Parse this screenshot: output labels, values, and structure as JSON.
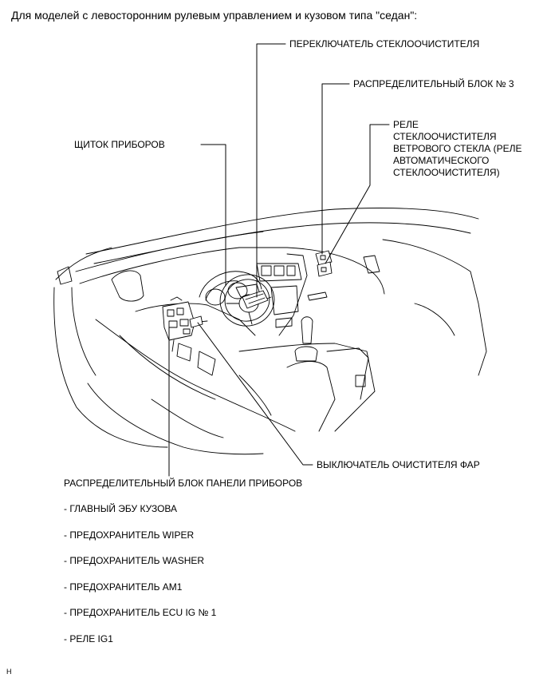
{
  "title": "Для моделей с левосторонним рулевым управлением и кузовом типа \"седан\":",
  "labels": {
    "wiper_switch": "ПЕРЕКЛЮЧАТЕЛЬ СТЕКЛООЧИСТИТЕЛЯ",
    "junction_block_3": "РАСПРЕДЕЛИТЕЛЬНЫЙ БЛОК № 3",
    "wiper_relay_lines": [
      "РЕЛЕ",
      "СТЕКЛООЧИСТИТЕЛЯ",
      "ВЕТРОВОГО СТЕКЛА (РЕЛЕ",
      "АВТОМАТИЧЕСКОГО",
      "СТЕКЛООЧИСТИТЕЛЯ)"
    ],
    "instrument_cluster": "ЩИТОК ПРИБОРОВ",
    "headlamp_cleaner_switch": "ВЫКЛЮЧАТЕЛЬ ОЧИСТИТЕЛЯ ФАР"
  },
  "panel_block": {
    "heading": "РАСПРЕДЕЛИТЕЛЬНЫЙ БЛОК ПАНЕЛИ ПРИБОРОВ",
    "items": [
      "- ГЛАВНЫЙ ЭБУ КУЗОВА",
      "- ПРЕДОХРАНИТЕЛЬ WIPER",
      "- ПРЕДОХРАНИТЕЛЬ WASHER",
      "- ПРЕДОХРАНИТЕЛЬ AM1",
      "- ПРЕДОХРАНИТЕЛЬ ECU IG № 1",
      "- РЕЛЕ IG1"
    ]
  },
  "footer_mark": "H"
}
